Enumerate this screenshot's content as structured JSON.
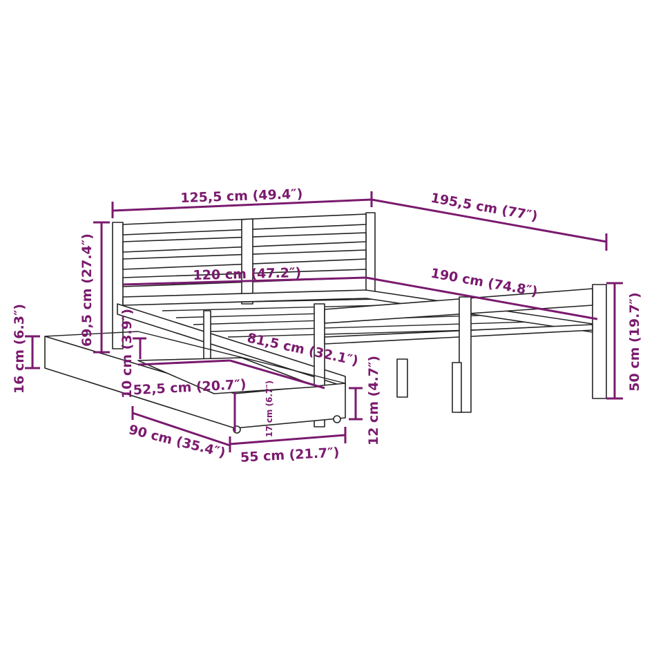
{
  "accent_color": "#7a1a6e",
  "dimensions": {
    "total_width": "125,5 cm (49.4″)",
    "total_length": "195,5 cm (77″)",
    "headboard_height": "69,5 cm (27.4″)",
    "mattress_width": "120 cm (47.2″)",
    "mattress_length": "190 cm (74.8″)",
    "footboard_height": "50 cm (19.7″)",
    "drawer_height": "16 cm (6.3″)",
    "under_clearance": "10 cm (3.9″)",
    "drawer_inner_length": "81,5 cm (32.1″)",
    "drawer_inner_width": "52,5 cm (20.7″)",
    "drawer_inner_height": "17 cm (6.7″)",
    "drawer_side_height": "12 cm (4.7″)",
    "drawer_length": "90 cm (35.4″)",
    "drawer_width": "55 cm (21.7″)"
  }
}
